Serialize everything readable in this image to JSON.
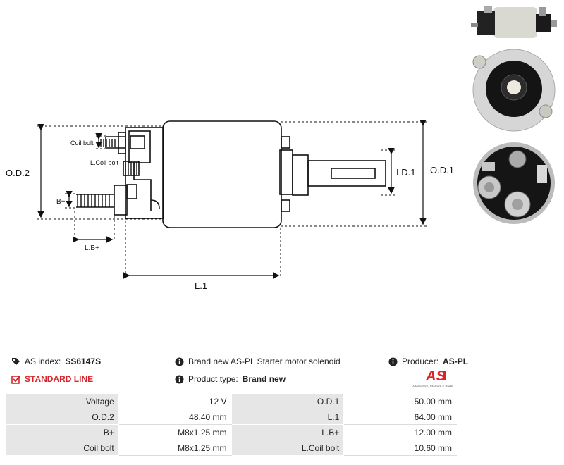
{
  "diagram": {
    "labels": {
      "od2": "O.D.2",
      "od1": "O.D.1",
      "id1": "I.D.1",
      "l1": "L.1",
      "lb": "L.B+",
      "bplus": "B+",
      "coil_bolt": "Coil bolt",
      "l_coil_bolt": "L.Coil bolt"
    }
  },
  "info": {
    "as_index_label": "AS index:",
    "as_index_value": "SS6147S",
    "standard_line": "STANDARD LINE",
    "description": "Brand new AS-PL Starter motor solenoid",
    "product_type_label": "Product type:",
    "product_type_value": "Brand new",
    "producer_label": "Producer:",
    "producer_value": "AS-PL"
  },
  "logo": {
    "mark": "AS",
    "tagline": "Alternators, Starters & Parts"
  },
  "specs": [
    {
      "l1": "Voltage",
      "v1": "12 V",
      "l2": "O.D.1",
      "v2": "50.00 mm"
    },
    {
      "l1": "O.D.2",
      "v1": "48.40 mm",
      "l2": "L.1",
      "v2": "64.00 mm"
    },
    {
      "l1": "B+",
      "v1": "M8x1.25 mm",
      "l2": "L.B+",
      "v2": "12.00 mm"
    },
    {
      "l1": "Coil bolt",
      "v1": "M8x1.25 mm",
      "l2": "L.Coil bolt",
      "v2": "10.60 mm"
    }
  ],
  "colors": {
    "accent_red": "#d7262b",
    "table_label_bg": "#e6e6e6"
  }
}
